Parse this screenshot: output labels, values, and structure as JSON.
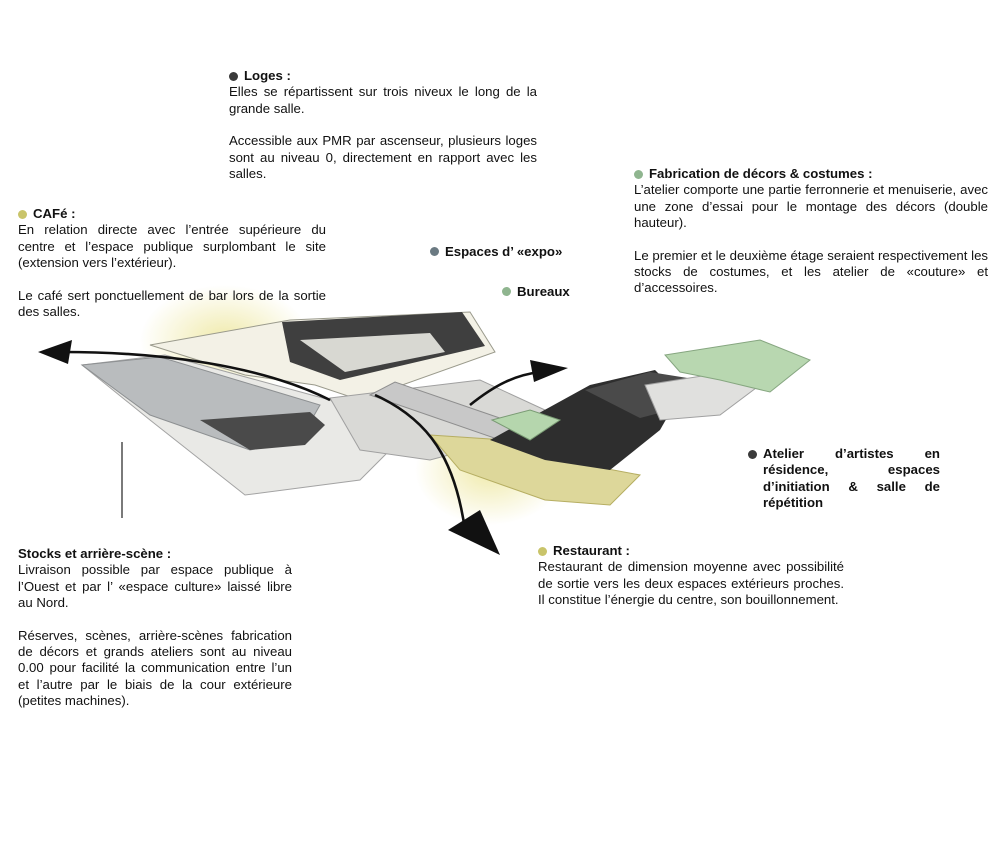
{
  "colors": {
    "dark": "#3a3a3a",
    "slate": "#6b7a82",
    "green": "#8fb58f",
    "yellow": "#c9c46a"
  },
  "blocks": {
    "loges": {
      "title": "Loges :",
      "p1": "Elles se répartissent sur trois niveux le long de la grande salle.",
      "p2": "Accessible aux PMR par ascenseur, plusieurs loges sont au niveau 0, directement en rapport avec les salles."
    },
    "cafe": {
      "title": "CAFé :",
      "p1": "En relation directe avec l’entrée supérieure du centre et l’espace publique surplombant le site (extension vers l’extérieur).",
      "p2": "Le café sert ponctuellement de bar lors de la sortie des salles."
    },
    "fabrication": {
      "title": "Fabrication de décors & costumes :",
      "p1": "L’atelier comporte une partie ferronnerie et menuiserie, avec une zone d’essai pour le montage des décors (double hauteur).",
      "p2": "Le premier et le deuxième étage seraient respectivement les stocks de costumes, et les atelier de «couture» et d’accessoires."
    },
    "stocks": {
      "title": "Stocks et arrière-scène :",
      "p1": "Livraison possible par espace publique à l’Ouest et par l’ «espace culture» laissé libre au Nord.",
      "p2": "Réserves, scènes, arrière-scènes fabrication de décors et grands ateliers sont au niveau 0.00 pour facilité la communication entre l’un et l’autre par le biais de la cour extérieure (petites machines)."
    },
    "restaurant": {
      "title": "Restaurant :",
      "p1": "Restaurant de dimension moyenne avec possibilité de sortie vers les deux espaces extérieurs proches. Il constitue l’énergie du centre, son bouillonnement."
    }
  },
  "labels": {
    "expo": "Espaces d’ «expo»",
    "bureaux": "Bureaux",
    "atelier": "Atelier d’artistes en résidence, espaces d’initiation & salle de répétition"
  }
}
